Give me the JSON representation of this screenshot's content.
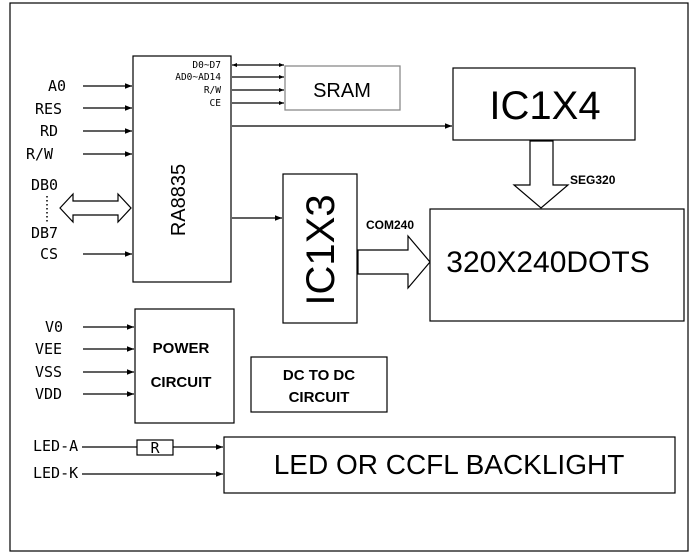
{
  "inputs": {
    "a0": "A0",
    "res": "RES",
    "rd": "RD",
    "rw": "R/W",
    "db0": "DB0",
    "db7": "DB7",
    "cs": "CS"
  },
  "controller": {
    "name": "RA8835",
    "d0_d7": "D0~D7",
    "ad0_ad14": "AD0~AD14",
    "rw": "R/W",
    "ce": "CE"
  },
  "sram": "SRAM",
  "seg_driver": {
    "name": "IC1X4",
    "bus": "SEG320"
  },
  "com_driver": {
    "name": "IC1X3",
    "bus": "COM240"
  },
  "panel": "320X240DOTS",
  "power": {
    "pins": [
      "V0",
      "VEE",
      "VSS",
      "VDD"
    ],
    "line1": "POWER",
    "line2": "CIRCUIT"
  },
  "dcdc": {
    "line1": "DC TO DC",
    "line2": "CIRCUIT"
  },
  "backlight": {
    "led_a": "LED-A",
    "led_k": "LED-K",
    "resistor": "R",
    "label": "LED OR CCFL BACKLIGHT"
  }
}
